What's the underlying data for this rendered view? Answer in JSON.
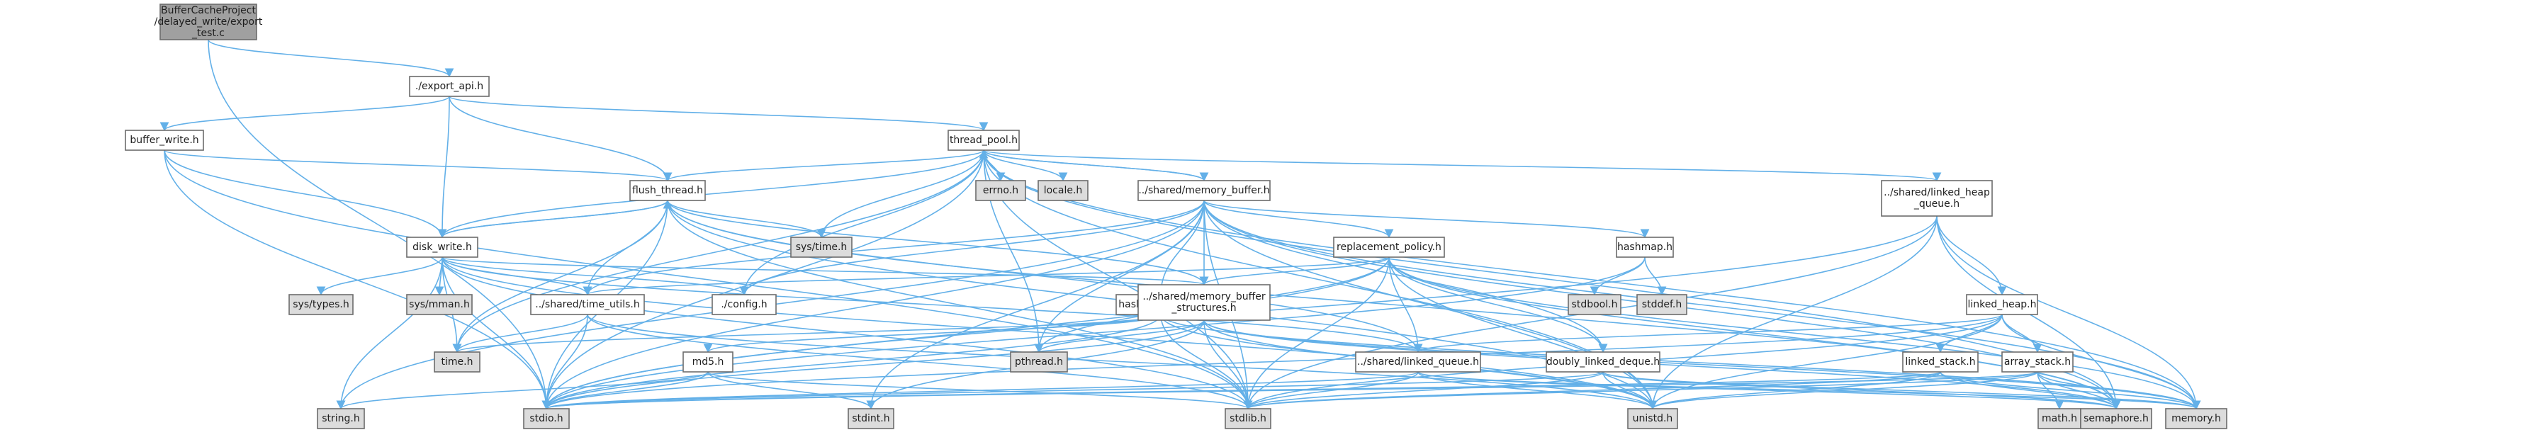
{
  "colors": {
    "edge": "#63b0e8",
    "node_fill": "#ffffff",
    "sys_fill": "#dcdcdc",
    "root_fill": "#a0a0a0",
    "node_border": "#6c6c6c"
  },
  "nodes": [
    {
      "id": "root",
      "kind": "root",
      "lines": [
        "BufferCacheProject",
        "/delayed_write/export",
        "_test.c"
      ]
    },
    {
      "id": "export_api",
      "kind": "file",
      "lines": [
        "./export_api.h"
      ]
    },
    {
      "id": "buffer_write",
      "kind": "file",
      "lines": [
        "buffer_write.h"
      ]
    },
    {
      "id": "thread_pool",
      "kind": "file",
      "lines": [
        "thread_pool.h"
      ]
    },
    {
      "id": "flush_thread",
      "kind": "file",
      "lines": [
        "flush_thread.h"
      ]
    },
    {
      "id": "disk_write",
      "kind": "file",
      "lines": [
        "disk_write.h"
      ]
    },
    {
      "id": "memory_buffer",
      "kind": "file",
      "lines": [
        "../shared/memory_buffer.h"
      ]
    },
    {
      "id": "replacement_policy",
      "kind": "file",
      "lines": [
        "replacement_policy.h"
      ]
    },
    {
      "id": "hashmap",
      "kind": "file",
      "lines": [
        "hashmap.h"
      ]
    },
    {
      "id": "linked_heap_queue",
      "kind": "file",
      "lines": [
        "../shared/linked_heap",
        "_queue.h"
      ]
    },
    {
      "id": "hash_controller",
      "kind": "file",
      "lines": [
        "hash_controller.h"
      ]
    },
    {
      "id": "memory_buffer_structures",
      "kind": "file",
      "lines": [
        "../shared/memory_buffer",
        "_structures.h"
      ]
    },
    {
      "id": "time_utils",
      "kind": "file",
      "lines": [
        "../shared/time_utils.h"
      ]
    },
    {
      "id": "config",
      "kind": "file",
      "lines": [
        "./config.h"
      ]
    },
    {
      "id": "linked_heap",
      "kind": "file",
      "lines": [
        "linked_heap.h"
      ]
    },
    {
      "id": "md5",
      "kind": "file",
      "lines": [
        "md5.h"
      ]
    },
    {
      "id": "linked_queue",
      "kind": "file",
      "lines": [
        "../shared/linked_queue.h"
      ]
    },
    {
      "id": "doubly_linked_deque",
      "kind": "file",
      "lines": [
        "doubly_linked_deque.h"
      ]
    },
    {
      "id": "linked_stack",
      "kind": "file",
      "lines": [
        "linked_stack.h"
      ]
    },
    {
      "id": "array_stack",
      "kind": "file",
      "lines": [
        "array_stack.h"
      ]
    },
    {
      "id": "errno",
      "kind": "sys",
      "lines": [
        "errno.h"
      ]
    },
    {
      "id": "locale",
      "kind": "sys",
      "lines": [
        "locale.h"
      ]
    },
    {
      "id": "sys_time",
      "kind": "sys",
      "lines": [
        "sys/time.h"
      ]
    },
    {
      "id": "sys_types",
      "kind": "sys",
      "lines": [
        "sys/types.h"
      ]
    },
    {
      "id": "sys_mman",
      "kind": "sys",
      "lines": [
        "sys/mman.h"
      ]
    },
    {
      "id": "stdbool",
      "kind": "sys",
      "lines": [
        "stdbool.h"
      ]
    },
    {
      "id": "stddef",
      "kind": "sys",
      "lines": [
        "stddef.h"
      ]
    },
    {
      "id": "time",
      "kind": "sys",
      "lines": [
        "time.h"
      ]
    },
    {
      "id": "pthread",
      "kind": "sys",
      "lines": [
        "pthread.h"
      ]
    },
    {
      "id": "string",
      "kind": "sys",
      "lines": [
        "string.h"
      ]
    },
    {
      "id": "stdio",
      "kind": "sys",
      "lines": [
        "stdio.h"
      ]
    },
    {
      "id": "stdint",
      "kind": "sys",
      "lines": [
        "stdint.h"
      ]
    },
    {
      "id": "stdlib",
      "kind": "sys",
      "lines": [
        "stdlib.h"
      ]
    },
    {
      "id": "unistd",
      "kind": "sys",
      "lines": [
        "unistd.h"
      ]
    },
    {
      "id": "math",
      "kind": "sys",
      "lines": [
        "math.h"
      ]
    },
    {
      "id": "semaphore",
      "kind": "sys",
      "lines": [
        "semaphore.h"
      ]
    },
    {
      "id": "memory",
      "kind": "sys",
      "lines": [
        "memory.h"
      ]
    }
  ],
  "edges": [
    [
      "root",
      "export_api"
    ],
    [
      "root",
      "stdio"
    ],
    [
      "export_api",
      "buffer_write"
    ],
    [
      "export_api",
      "thread_pool"
    ],
    [
      "export_api",
      "flush_thread"
    ],
    [
      "export_api",
      "disk_write"
    ],
    [
      "buffer_write",
      "flush_thread"
    ],
    [
      "buffer_write",
      "disk_write"
    ],
    [
      "buffer_write",
      "stdio"
    ],
    [
      "buffer_write",
      "stdlib"
    ],
    [
      "thread_pool",
      "memory_buffer"
    ],
    [
      "thread_pool",
      "flush_thread"
    ],
    [
      "thread_pool",
      "disk_write"
    ],
    [
      "thread_pool",
      "linked_heap_queue"
    ],
    [
      "thread_pool",
      "errno"
    ],
    [
      "thread_pool",
      "locale"
    ],
    [
      "thread_pool",
      "sys_time"
    ],
    [
      "thread_pool",
      "config"
    ],
    [
      "thread_pool",
      "pthread"
    ],
    [
      "thread_pool",
      "stdio"
    ],
    [
      "thread_pool",
      "stdlib"
    ],
    [
      "thread_pool",
      "unistd"
    ],
    [
      "thread_pool",
      "semaphore"
    ],
    [
      "thread_pool",
      "memory"
    ],
    [
      "thread_pool",
      "time"
    ],
    [
      "memory_buffer",
      "thread_pool"
    ],
    [
      "memory_buffer",
      "replacement_policy"
    ],
    [
      "memory_buffer",
      "hashmap"
    ],
    [
      "memory_buffer",
      "hash_controller"
    ],
    [
      "memory_buffer",
      "memory_buffer_structures"
    ],
    [
      "memory_buffer",
      "time_utils"
    ],
    [
      "memory_buffer",
      "config"
    ],
    [
      "memory_buffer",
      "doubly_linked_deque"
    ],
    [
      "memory_buffer",
      "stdio"
    ],
    [
      "memory_buffer",
      "stdlib"
    ],
    [
      "memory_buffer",
      "unistd"
    ],
    [
      "memory_buffer",
      "semaphore"
    ],
    [
      "memory_buffer",
      "memory"
    ],
    [
      "memory_buffer",
      "pthread"
    ],
    [
      "memory_buffer",
      "string"
    ],
    [
      "memory_buffer",
      "stdint"
    ],
    [
      "flush_thread",
      "disk_write"
    ],
    [
      "flush_thread",
      "memory_buffer_structures"
    ],
    [
      "flush_thread",
      "time_utils"
    ],
    [
      "flush_thread",
      "sys_time"
    ],
    [
      "flush_thread",
      "time"
    ],
    [
      "flush_thread",
      "stdio"
    ],
    [
      "flush_thread",
      "stdlib"
    ],
    [
      "flush_thread",
      "unistd"
    ],
    [
      "flush_thread",
      "semaphore"
    ],
    [
      "flush_thread",
      "linked_queue"
    ],
    [
      "disk_write",
      "flush_thread"
    ],
    [
      "disk_write",
      "time_utils"
    ],
    [
      "disk_write",
      "config"
    ],
    [
      "disk_write",
      "sys_types"
    ],
    [
      "disk_write",
      "sys_mman"
    ],
    [
      "disk_write",
      "string"
    ],
    [
      "disk_write",
      "stdio"
    ],
    [
      "disk_write",
      "stdlib"
    ],
    [
      "disk_write",
      "memory_buffer_structures"
    ],
    [
      "disk_write",
      "linked_queue"
    ],
    [
      "disk_write",
      "time"
    ],
    [
      "disk_write",
      "unistd"
    ],
    [
      "replacement_policy",
      "memory_buffer_structures"
    ],
    [
      "replacement_policy",
      "linked_queue"
    ],
    [
      "replacement_policy",
      "doubly_linked_deque"
    ],
    [
      "replacement_policy",
      "stdio"
    ],
    [
      "replacement_policy",
      "stdlib"
    ],
    [
      "replacement_policy",
      "unistd"
    ],
    [
      "replacement_policy",
      "semaphore"
    ],
    [
      "replacement_policy",
      "memory"
    ],
    [
      "replacement_policy",
      "pthread"
    ],
    [
      "replacement_policy",
      "time_utils"
    ],
    [
      "hashmap",
      "stdbool"
    ],
    [
      "hashmap",
      "stddef"
    ],
    [
      "hashmap",
      "stdio"
    ],
    [
      "linked_heap_queue",
      "linked_heap"
    ],
    [
      "linked_heap_queue",
      "stdio"
    ],
    [
      "linked_heap_queue",
      "unistd"
    ],
    [
      "linked_heap_queue",
      "semaphore"
    ],
    [
      "linked_heap_queue",
      "memory"
    ],
    [
      "linked_heap_queue",
      "stdlib"
    ],
    [
      "hash_controller",
      "md5"
    ],
    [
      "hash_controller",
      "stdlib"
    ],
    [
      "hash_controller",
      "stdio"
    ],
    [
      "hash_controller",
      "unistd"
    ],
    [
      "hash_controller",
      "memory"
    ],
    [
      "hash_controller",
      "time"
    ],
    [
      "memory_buffer_structures",
      "pthread"
    ],
    [
      "memory_buffer_structures",
      "stdio"
    ],
    [
      "memory_buffer_structures",
      "stdlib"
    ],
    [
      "memory_buffer_structures",
      "unistd"
    ],
    [
      "memory_buffer_structures",
      "semaphore"
    ],
    [
      "memory_buffer_structures",
      "memory"
    ],
    [
      "memory_buffer_structures",
      "stdint"
    ],
    [
      "time_utils",
      "time"
    ],
    [
      "time_utils",
      "stdio"
    ],
    [
      "time_utils",
      "stdlib"
    ],
    [
      "time_utils",
      "unistd"
    ],
    [
      "md5",
      "string"
    ],
    [
      "md5",
      "stdio"
    ],
    [
      "md5",
      "stdint"
    ],
    [
      "md5",
      "stdlib"
    ],
    [
      "linked_queue",
      "stdio"
    ],
    [
      "linked_queue",
      "stdlib"
    ],
    [
      "linked_queue",
      "unistd"
    ],
    [
      "linked_queue",
      "semaphore"
    ],
    [
      "linked_queue",
      "memory"
    ],
    [
      "doubly_linked_deque",
      "stdio"
    ],
    [
      "doubly_linked_deque",
      "stdlib"
    ],
    [
      "doubly_linked_deque",
      "unistd"
    ],
    [
      "doubly_linked_deque",
      "semaphore"
    ],
    [
      "doubly_linked_deque",
      "memory"
    ],
    [
      "linked_heap",
      "linked_stack"
    ],
    [
      "linked_heap",
      "array_stack"
    ],
    [
      "linked_heap",
      "linked_queue"
    ],
    [
      "linked_heap",
      "stdio"
    ],
    [
      "linked_heap",
      "stdlib"
    ],
    [
      "linked_heap",
      "unistd"
    ],
    [
      "linked_heap",
      "memory"
    ],
    [
      "linked_stack",
      "stdio"
    ],
    [
      "linked_stack",
      "stdlib"
    ],
    [
      "linked_stack",
      "unistd"
    ],
    [
      "linked_stack",
      "semaphore"
    ],
    [
      "linked_stack",
      "memory"
    ],
    [
      "array_stack",
      "math"
    ],
    [
      "array_stack",
      "stdio"
    ],
    [
      "array_stack",
      "stdlib"
    ],
    [
      "array_stack",
      "unistd"
    ],
    [
      "array_stack",
      "semaphore"
    ],
    [
      "array_stack",
      "memory"
    ]
  ]
}
